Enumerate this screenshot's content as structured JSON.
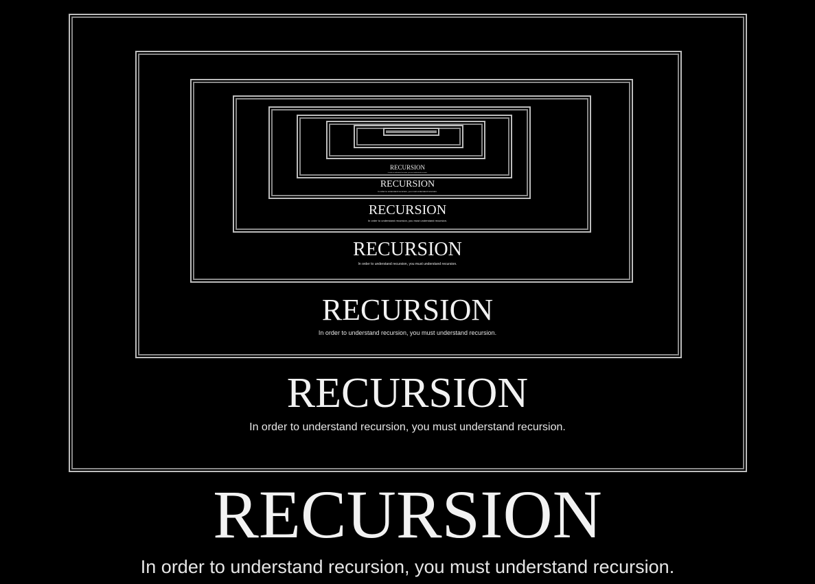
{
  "poster": {
    "title": "RECURSION",
    "caption": "In order to understand recursion, you must understand recursion."
  },
  "nested_levels": [
    {
      "title": "RECURSION",
      "caption": "In order to understand recursion, you must understand recursion."
    },
    {
      "title": "RECURSION",
      "caption": "In order to understand recursion, you must understand recursion."
    },
    {
      "title": "RECURSION",
      "caption": "In order to understand recursion, you must understand recursion."
    },
    {
      "title": "RECURSION",
      "caption": "In order to understand recursion, you must understand recursion."
    },
    {
      "title": "RECURSION",
      "caption": "In order to understand recursion, you must understand recursion."
    },
    {
      "title": "RECURSION",
      "caption": "In order to understand recursion, you must understand recursion."
    }
  ],
  "colors": {
    "background": "#000000",
    "frame": "#bdbdbd",
    "text": "#f2f2f2"
  }
}
